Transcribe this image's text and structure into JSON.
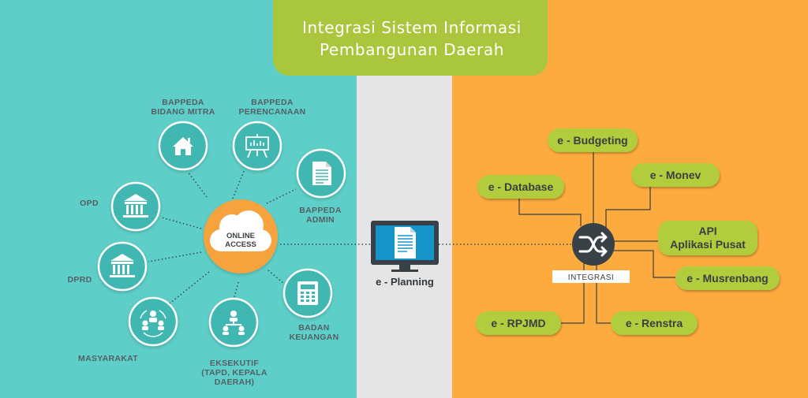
{
  "title": {
    "line1": "Integrasi Sistem Informasi",
    "line2": "Pembangunan Daerah"
  },
  "hub": {
    "line1": "ONLINE",
    "line2": "ACCESS"
  },
  "nodes": {
    "bidang_mitra": {
      "line1": "BAPPEDA",
      "line2": "BIDANG MITRA",
      "icon": "house-icon"
    },
    "perencanaan": {
      "line1": "BAPPEDA",
      "line2": "PERENCANAAN",
      "icon": "presentation-board-icon"
    },
    "admin": {
      "line1": "BAPPEDA",
      "line2": "ADMIN",
      "icon": "document-icon"
    },
    "opd": {
      "line1": "OPD",
      "icon": "government-building-icon"
    },
    "dprd": {
      "line1": "DPRD",
      "icon": "parliament-building-icon"
    },
    "badan_keuangan": {
      "line1": "BADAN",
      "line2": "KEUANGAN",
      "icon": "calculator-icon"
    },
    "masyarakat": {
      "line1": "MASYARAKAT",
      "icon": "people-group-icon"
    },
    "eksekutif": {
      "line1": "EKSEKUTIF",
      "line2": "(TAPD, KEPALA",
      "line3": "DAERAH)",
      "icon": "org-chart-icon"
    }
  },
  "planning": {
    "label": "e - Planning",
    "icon": "monitor-document-icon"
  },
  "integrasi": {
    "label": "INTEGRASI",
    "icon": "shuffle-icon"
  },
  "modules": {
    "budgeting": "e - Budgeting",
    "database": "e - Database",
    "monev": "e - Monev",
    "api_line1": "API",
    "api_line2": "Aplikasi Pusat",
    "musrenbang": "e - Musrenbang",
    "rpjmd": "e - RPJMD",
    "renstra": "e - Renstra"
  },
  "colors": {
    "left_panel": "#5ecfc8",
    "middle_panel": "#e6e5e5",
    "right_panel": "#fdab3e",
    "title_pill": "#a9c63c",
    "module_pill": "#b1cc3e",
    "hub_orange": "#f6a23c",
    "icon_circle": "#3fb8b1",
    "dark": "#374146",
    "monitor_blue": "#1494c9"
  }
}
